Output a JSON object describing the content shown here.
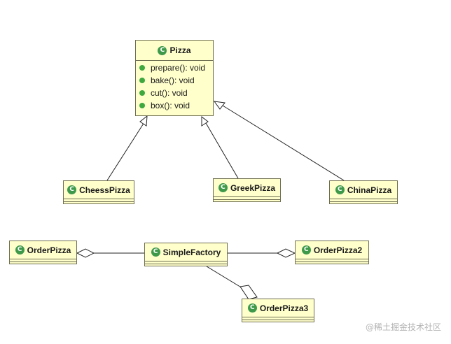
{
  "classes": {
    "pizza": {
      "name": "Pizza",
      "methods": [
        "prepare(): void",
        "bake(): void",
        "cut(): void",
        "box(): void"
      ]
    },
    "cheess_pizza": {
      "name": "CheessPizza"
    },
    "greek_pizza": {
      "name": "GreekPizza"
    },
    "china_pizza": {
      "name": "ChinaPizza"
    },
    "order_pizza": {
      "name": "OrderPizza"
    },
    "simple_factory": {
      "name": "SimpleFactory"
    },
    "order_pizza2": {
      "name": "OrderPizza2"
    },
    "order_pizza3": {
      "name": "OrderPizza3"
    }
  },
  "class_icon_glyph": "C",
  "colors": {
    "class_fill": "#ffffcc",
    "class_border": "#6e6e52",
    "class_icon": "#3e9a4a",
    "method_dot": "#3fa83f",
    "edge": "#222222"
  },
  "relations": [
    {
      "type": "generalization",
      "from": "CheessPizza",
      "to": "Pizza"
    },
    {
      "type": "generalization",
      "from": "GreekPizza",
      "to": "Pizza"
    },
    {
      "type": "generalization",
      "from": "ChinaPizza",
      "to": "Pizza"
    },
    {
      "type": "aggregation",
      "whole": "OrderPizza",
      "part": "SimpleFactory"
    },
    {
      "type": "aggregation",
      "whole": "OrderPizza2",
      "part": "SimpleFactory"
    },
    {
      "type": "aggregation",
      "whole": "OrderPizza3",
      "part": "SimpleFactory"
    }
  ],
  "watermark": "@稀土掘金技术社区"
}
